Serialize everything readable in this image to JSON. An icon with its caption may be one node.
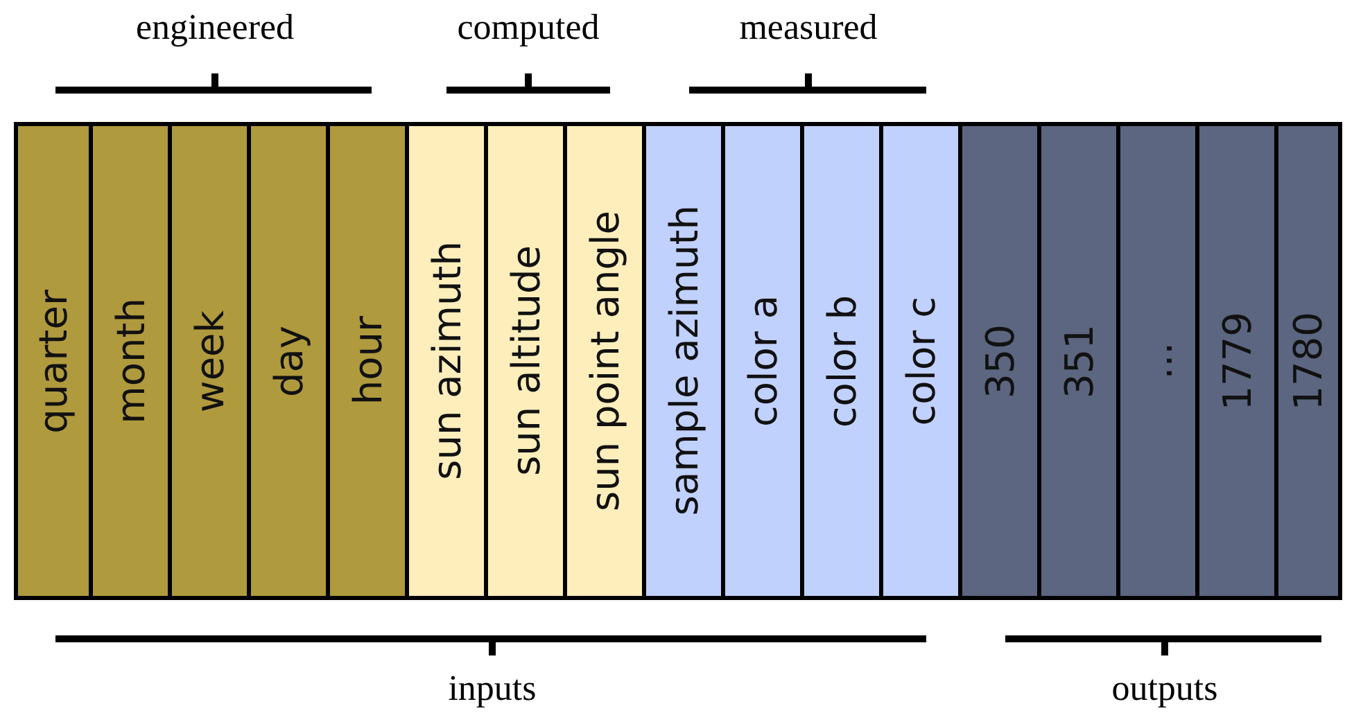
{
  "diagram": {
    "nodes": [
      {
        "text": [
          "quarter"
        ]
      },
      {
        "text": [
          "month"
        ]
      },
      {
        "text": [
          "week"
        ]
      },
      {
        "text": [
          "day"
        ]
      },
      {
        "text": [
          "hour"
        ]
      },
      {
        "text": [
          "sun azimuth"
        ]
      },
      {
        "text": [
          "sun altitude"
        ]
      },
      {
        "text": [
          "sun point angle"
        ]
      },
      {
        "text": [
          "sample azimuth"
        ]
      },
      {
        "text": [
          "color a"
        ]
      },
      {
        "text": [
          "color b"
        ]
      },
      {
        "text": [
          "color c"
        ]
      },
      {
        "text": [
          "350"
        ]
      },
      {
        "text": [
          "351"
        ]
      },
      {
        "text": [
          "..."
        ]
      },
      {
        "text": [
          "1779"
        ]
      },
      {
        "text": [
          "1780"
        ]
      }
    ],
    "labels": [
      "engineered",
      "computed",
      "measured",
      "inputs",
      "outputs"
    ]
  }
}
